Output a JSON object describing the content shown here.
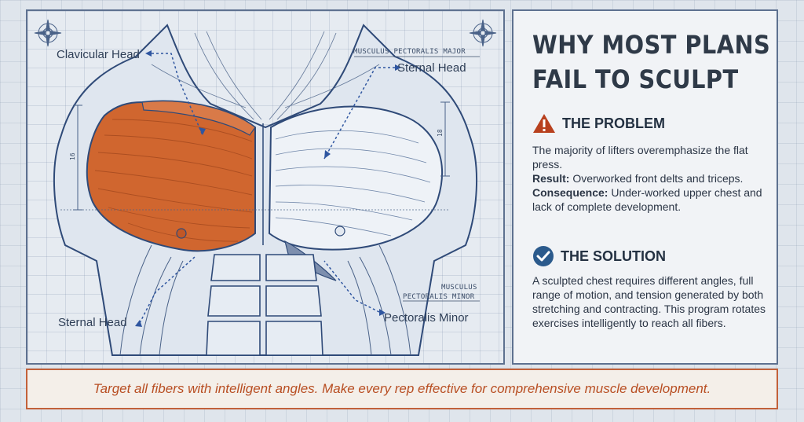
{
  "diagram": {
    "labels": {
      "clavicular_head": "Clavicular Head",
      "sternal_head_upper": "Sternal Head",
      "sternal_head_lower": "Sternal Head",
      "pectoralis_minor": "Pectoralis Minor",
      "tag_major": "MUSCULUS PECTORALIS MAJOR",
      "tag_minor_line1": "MUSCULUS",
      "tag_minor_line2": "PECTORALIS MINOR",
      "dim_left": "16",
      "dim_right": "18"
    },
    "highlight_color": "#d0662f",
    "line_color": "#2f4a78"
  },
  "panel": {
    "title_line1": "WHY MOST PLANS",
    "title_line2": "FAIL TO SCULPT",
    "problem": {
      "icon": "warning-icon",
      "title": "THE PROBLEM",
      "line1": "The majority of lifters overemphasize the flat press.",
      "result_label": "Result:",
      "result_text": " Overworked front delts and triceps.",
      "consequence_label": "Consequence:",
      "consequence_text": " Under-worked upper chest and lack of complete development."
    },
    "solution": {
      "icon": "check-circle-icon",
      "title": "THE SOLUTION",
      "text": "A sculpted chest requires different angles, full range of motion, and tension generated by both stretching and contracting. This program rotates exercises intelligently to reach all fibers."
    },
    "warning_color": "#b8401e",
    "check_color": "#2b5a8c"
  },
  "banner": {
    "text": "Target all fibers with intelligent angles. Make every rep effective for comprehensive muscle development."
  }
}
